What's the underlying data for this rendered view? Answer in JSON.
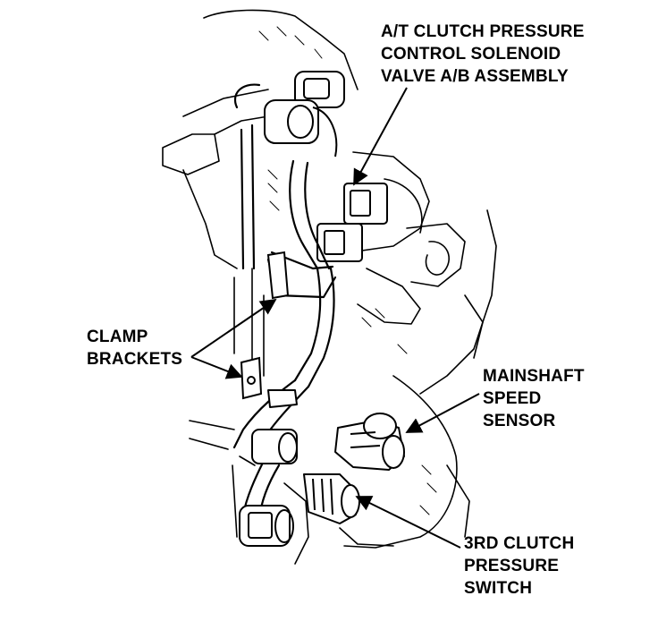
{
  "colors": {
    "ink": "#000000",
    "paper": "#ffffff"
  },
  "labels": {
    "solenoid": {
      "line1": "A/T CLUTCH PRESSURE",
      "line2": "CONTROL SOLENOID",
      "line3": "VALVE A/B ASSEMBLY"
    },
    "clamp": {
      "line1": "CLAMP",
      "line2": "BRACKETS"
    },
    "mainshaft": {
      "line1": "MAINSHAFT",
      "line2": "SPEED",
      "line3": "SENSOR"
    },
    "third_clutch": {
      "line1": "3RD CLUTCH",
      "line2": "PRESSURE",
      "line3": "SWITCH"
    }
  }
}
